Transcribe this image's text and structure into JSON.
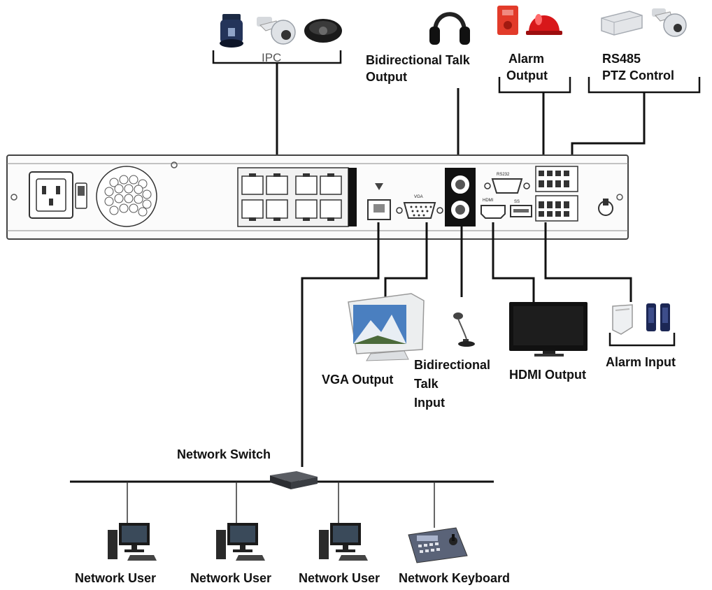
{
  "labels": {
    "ipc": "IPC",
    "bidirectional_talk_output": [
      "Bidirectional Talk",
      "Output"
    ],
    "alarm_output": [
      "Alarm",
      "Output"
    ],
    "rs485": [
      "RS485",
      "PTZ Control"
    ],
    "vga_output": "VGA Output",
    "bidirectional_talk_input": [
      "Bidirectional",
      "Talk",
      "Input"
    ],
    "hdmi_output": "HDMI Output",
    "alarm_input": "Alarm Input",
    "network_switch": "Network Switch",
    "network_users": [
      "Network User",
      "Network User",
      "Network User"
    ],
    "network_keyboard": "Network Keyboard"
  },
  "port_labels": {
    "vga": "VGA",
    "rs232": "RS232",
    "hdmi": "HDMI",
    "usb": "SS"
  }
}
